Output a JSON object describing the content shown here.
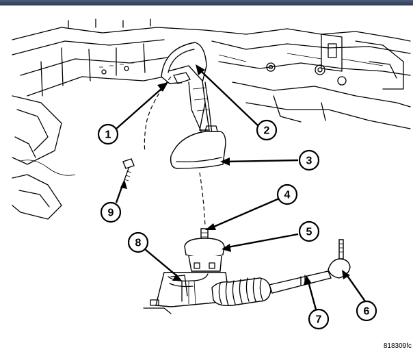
{
  "callouts": [
    {
      "label": "1"
    },
    {
      "label": "2"
    },
    {
      "label": "3"
    },
    {
      "label": "4"
    },
    {
      "label": "5"
    },
    {
      "label": "6"
    },
    {
      "label": "7"
    },
    {
      "label": "8"
    },
    {
      "label": "9"
    }
  ],
  "figure_code": "818309fc",
  "colors": {
    "line": "#000000",
    "background": "#ffffff",
    "topbar": "#3a4a66"
  }
}
